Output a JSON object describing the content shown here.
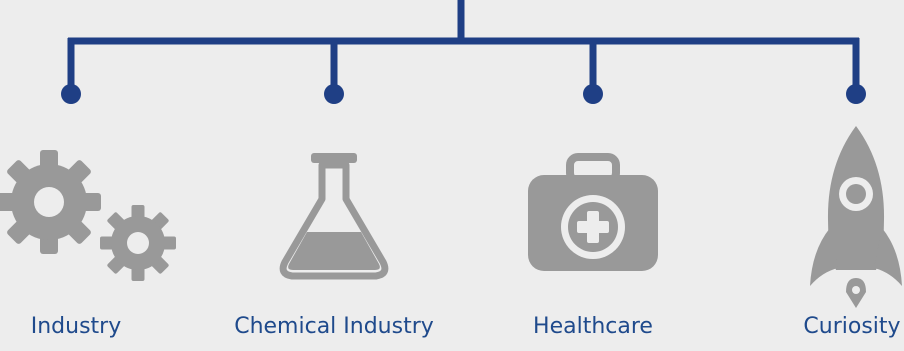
{
  "colors": {
    "background": "#ededed",
    "connector": "#1f3f85",
    "icon": "#999999",
    "label": "#1f4a8c"
  },
  "categories": [
    {
      "label": "Industry",
      "icon": "gears-icon"
    },
    {
      "label": "Chemical Industry",
      "icon": "flask-icon"
    },
    {
      "label": "Healthcare",
      "icon": "first-aid-kit-icon"
    },
    {
      "label": "Curiosity",
      "icon": "rocket-icon"
    }
  ]
}
